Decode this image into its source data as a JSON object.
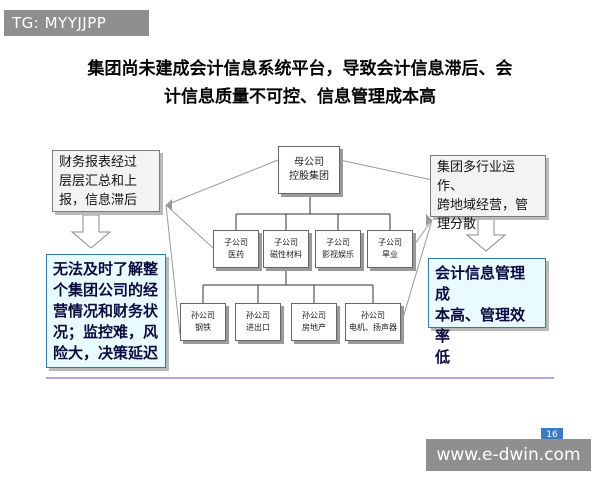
{
  "tag": "TG: MYYJJPP",
  "title": {
    "line1": "集团尚未建成会计信息系统平台，导致会计信息滞后、会",
    "line2": "计信息质量不可控、信息管理成本高"
  },
  "left_top_callout": {
    "lines": [
      "财务报表经过",
      "层层汇总和上",
      "报，信息滞后"
    ]
  },
  "left_bottom_callout": {
    "lines": [
      "无法及时了解整",
      "个集团公司的经",
      "营情况和财务状",
      "况；监控难，风",
      "险大，决策延迟"
    ]
  },
  "right_top_callout": {
    "lines": [
      "集团多行业运作、",
      "跨地域经营，管",
      "理分散"
    ]
  },
  "right_bottom_callout": {
    "lines": [
      "会计信息管理成",
      "本高、管理效率",
      "低"
    ]
  },
  "org_chart": {
    "root": [
      "母公司",
      "控股集团"
    ],
    "subsidiaries": [
      [
        "子公司",
        "医药"
      ],
      [
        "子公司",
        "磁性材料"
      ],
      [
        "子公司",
        "影视娱乐"
      ],
      [
        "子公司",
        "旱业"
      ]
    ],
    "grandchildren": [
      [
        "孙公司",
        "钢铁"
      ],
      [
        "孙公司",
        "进出口"
      ],
      [
        "孙公司",
        "房地产"
      ],
      [
        "孙公司",
        "电机、扬声器"
      ]
    ]
  },
  "page_number": "16",
  "watermark": "www.e-dwin.com",
  "colors": {
    "blue_border": "#2e7ea4",
    "blue_fill": "#e9fbff",
    "gray_fill": "#f3f3f3",
    "page_num": "#3b79c4",
    "divider": "#b7a6e6"
  }
}
